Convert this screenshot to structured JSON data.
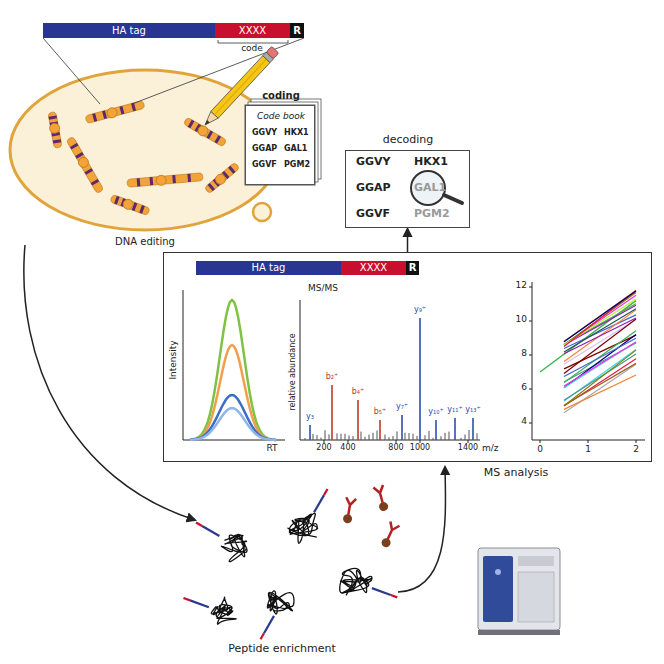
{
  "diagram": {
    "nodes": [
      {
        "text": [
          "DNA editing"
        ]
      },
      {
        "text": [
          "HA tag"
        ]
      },
      {
        "text": [
          "XXXX"
        ]
      },
      {
        "text": [
          "R"
        ]
      },
      {
        "text": [
          "coding",
          "Code book",
          "GGVY",
          "HKX1",
          "GGAP",
          "GAL1",
          "GGVF",
          "PGM2"
        ]
      },
      {
        "text": [
          "decoding",
          "GGVY",
          "HKX1",
          "GGAP",
          "GAL1",
          "GGVF",
          "PGM2"
        ]
      },
      {
        "text": [
          "MS analysis"
        ]
      },
      {
        "text": [
          "HA tag"
        ],
        "in": 6
      },
      {
        "text": [
          "XXXX"
        ],
        "in": 6
      },
      {
        "text": [
          "R"
        ],
        "in": 6
      }
    ],
    "edges": [
      {
        "from": 6,
        "to": 5,
        "arrow": "to"
      }
    ],
    "labels": [
      "code",
      "Intensity",
      "RT",
      "MS/MS",
      "relative abundance",
      "y₃",
      "b₂⁺",
      "b₄⁺",
      "b₅⁺",
      "y₇⁺",
      "y₉⁺",
      "y₁₀⁺",
      "y₁₁⁺",
      "y₁₃⁺",
      "m/z",
      "200",
      "400",
      "800",
      "1000",
      "1400",
      "4",
      "6",
      "8",
      "10",
      "12",
      "0",
      "1",
      "2",
      "Peptide enrichment"
    ]
  }
}
